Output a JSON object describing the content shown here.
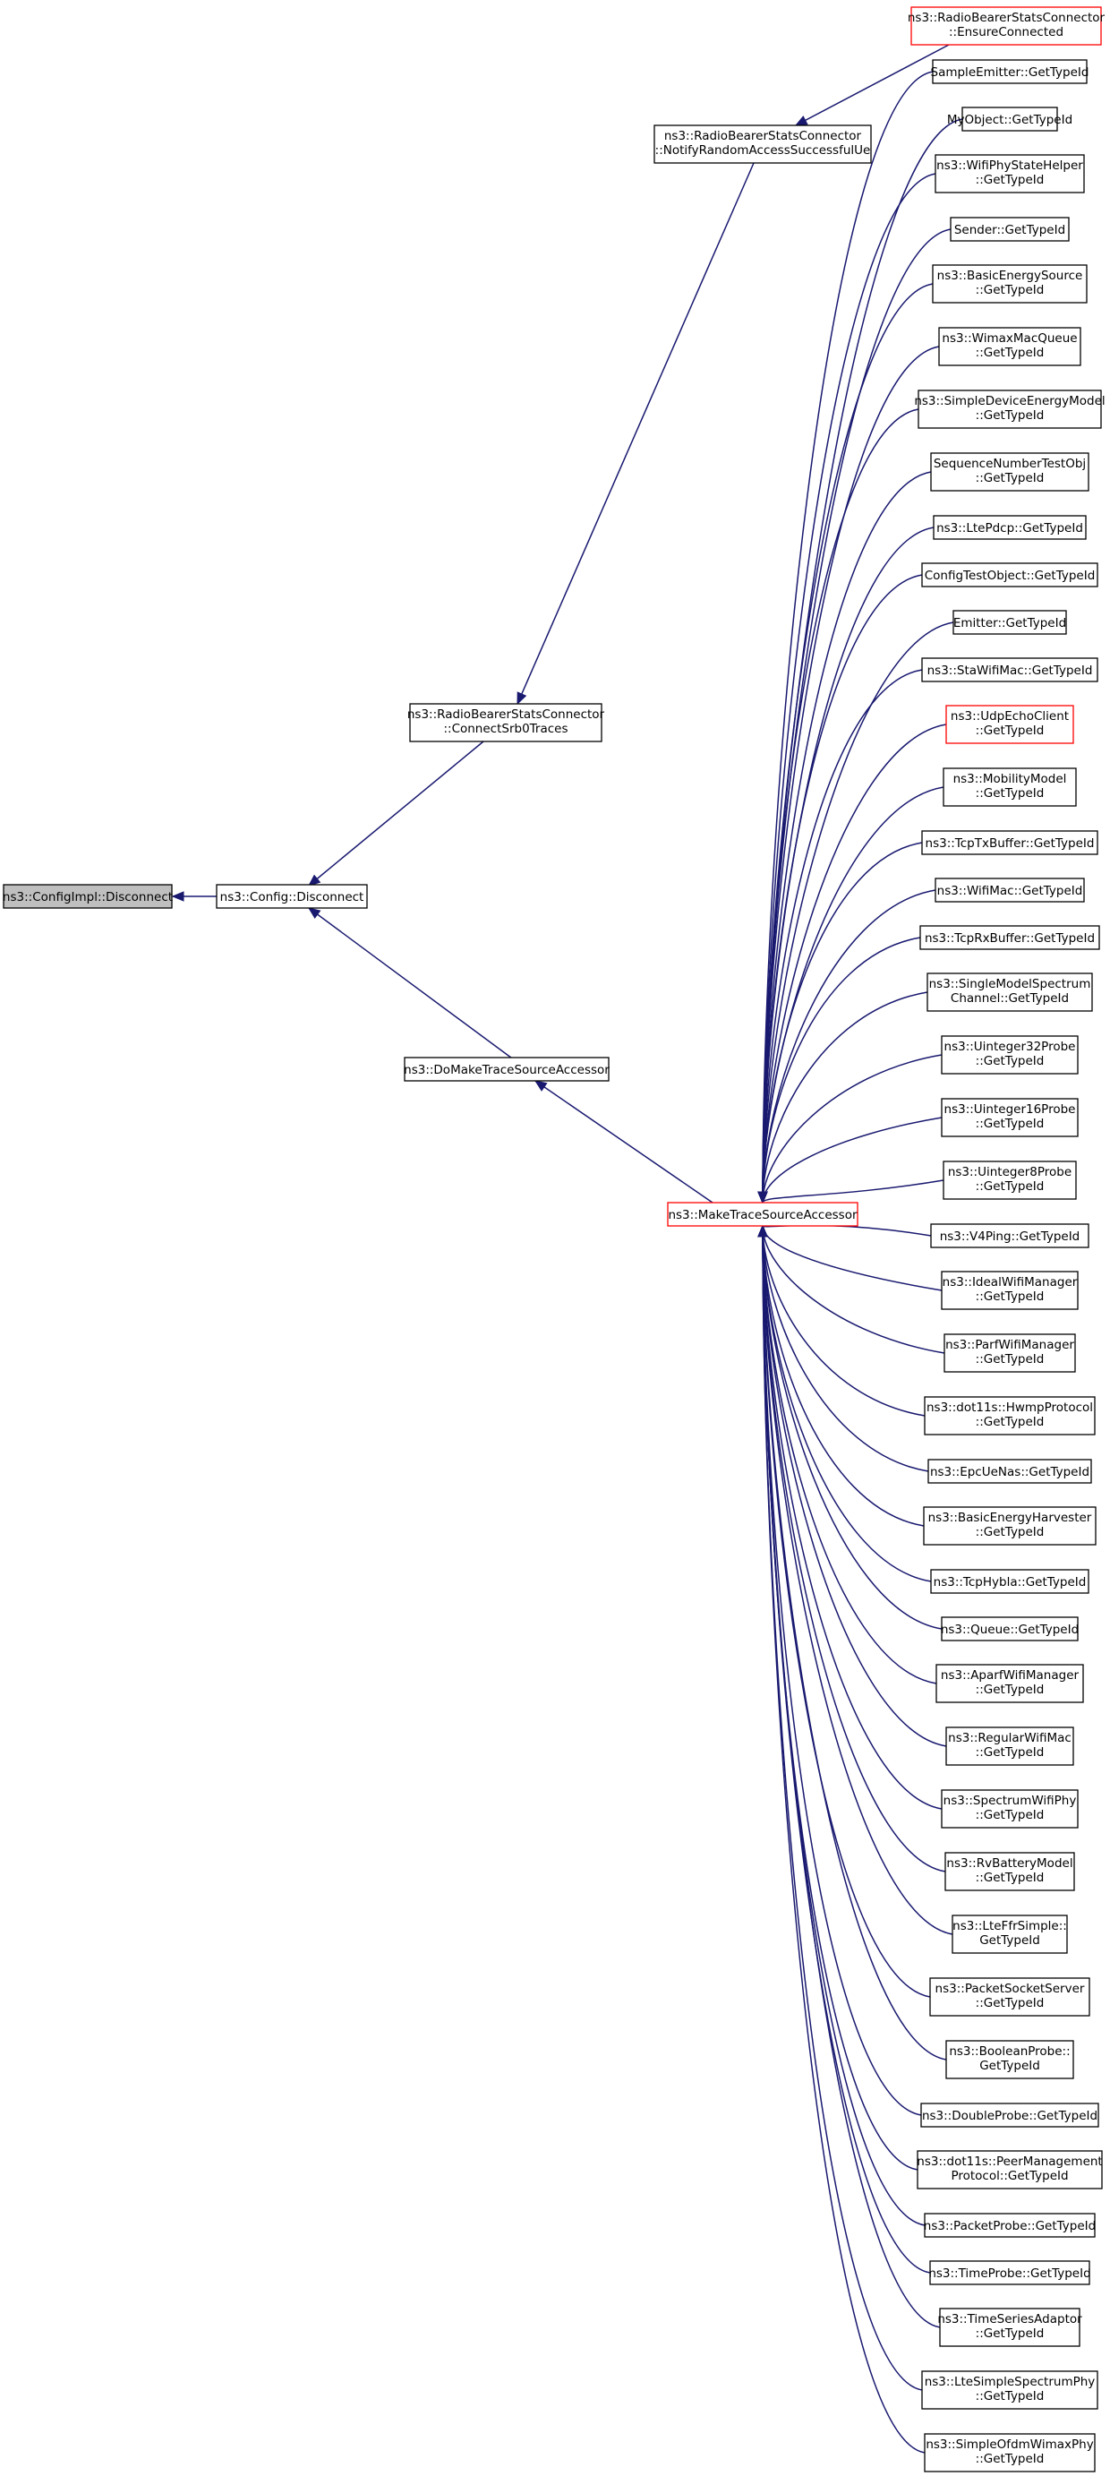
{
  "diagram": {
    "root": {
      "line1": "ns3::ConfigImpl::Disconnect",
      "line2": ""
    },
    "config_disconnect": {
      "line1": "ns3::Config::Disconnect",
      "line2": ""
    },
    "connect_srb0": {
      "line1": "ns3::RadioBearerStatsConnector",
      "line2": "::ConnectSrb0Traces"
    },
    "notify_random": {
      "line1": "ns3::RadioBearerStatsConnector",
      "line2": "::NotifyRandomAccessSuccessfulUe"
    },
    "ensure_connected": {
      "line1": "ns3::RadioBearerStatsConnector",
      "line2": "::EnsureConnected"
    },
    "do_make": {
      "line1": "ns3::DoMakeTraceSourceAccessor",
      "line2": ""
    },
    "make_tsa": {
      "line1": "ns3::MakeTraceSourceAccessor",
      "line2": ""
    },
    "get_type_id_callers": [
      {
        "line1": "SampleEmitter::GetTypeId",
        "line2": ""
      },
      {
        "line1": "MyObject::GetTypeId",
        "line2": ""
      },
      {
        "line1": "ns3::WifiPhyStateHelper",
        "line2": "::GetTypeId"
      },
      {
        "line1": "Sender::GetTypeId",
        "line2": ""
      },
      {
        "line1": "ns3::BasicEnergySource",
        "line2": "::GetTypeId"
      },
      {
        "line1": "ns3::WimaxMacQueue",
        "line2": "::GetTypeId"
      },
      {
        "line1": "ns3::SimpleDeviceEnergyModel",
        "line2": "::GetTypeId"
      },
      {
        "line1": "SequenceNumberTestObj",
        "line2": "::GetTypeId"
      },
      {
        "line1": "ns3::LtePdcp::GetTypeId",
        "line2": ""
      },
      {
        "line1": "ConfigTestObject::GetTypeId",
        "line2": ""
      },
      {
        "line1": "Emitter::GetTypeId",
        "line2": ""
      },
      {
        "line1": "ns3::StaWifiMac::GetTypeId",
        "line2": ""
      },
      {
        "line1": "ns3::UdpEchoClient",
        "line2": "::GetTypeId"
      },
      {
        "line1": "ns3::MobilityModel",
        "line2": "::GetTypeId"
      },
      {
        "line1": "ns3::TcpTxBuffer::GetTypeId",
        "line2": ""
      },
      {
        "line1": "ns3::WifiMac::GetTypeId",
        "line2": ""
      },
      {
        "line1": "ns3::TcpRxBuffer::GetTypeId",
        "line2": ""
      },
      {
        "line1": "ns3::SingleModelSpectrum",
        "line2": "Channel::GetTypeId"
      },
      {
        "line1": "ns3::Uinteger32Probe",
        "line2": "::GetTypeId"
      },
      {
        "line1": "ns3::Uinteger16Probe",
        "line2": "::GetTypeId"
      },
      {
        "line1": "ns3::Uinteger8Probe",
        "line2": "::GetTypeId"
      },
      {
        "line1": "ns3::V4Ping::GetTypeId",
        "line2": ""
      },
      {
        "line1": "ns3::IdealWifiManager",
        "line2": "::GetTypeId"
      },
      {
        "line1": "ns3::ParfWifiManager",
        "line2": "::GetTypeId"
      },
      {
        "line1": "ns3::dot11s::HwmpProtocol",
        "line2": "::GetTypeId"
      },
      {
        "line1": "ns3::EpcUeNas::GetTypeId",
        "line2": ""
      },
      {
        "line1": "ns3::BasicEnergyHarvester",
        "line2": "::GetTypeId"
      },
      {
        "line1": "ns3::TcpHybla::GetTypeId",
        "line2": ""
      },
      {
        "line1": "ns3::Queue::GetTypeId",
        "line2": ""
      },
      {
        "line1": "ns3::AparfWifiManager",
        "line2": "::GetTypeId"
      },
      {
        "line1": "ns3::RegularWifiMac",
        "line2": "::GetTypeId"
      },
      {
        "line1": "ns3::SpectrumWifiPhy",
        "line2": "::GetTypeId"
      },
      {
        "line1": "ns3::RvBatteryModel",
        "line2": "::GetTypeId"
      },
      {
        "line1": "ns3::LteFfrSimple::",
        "line2": "GetTypeId"
      },
      {
        "line1": "ns3::PacketSocketServer",
        "line2": "::GetTypeId"
      },
      {
        "line1": "ns3::BooleanProbe::",
        "line2": "GetTypeId"
      },
      {
        "line1": "ns3::DoubleProbe::GetTypeId",
        "line2": ""
      },
      {
        "line1": "ns3::dot11s::PeerManagement",
        "line2": "Protocol::GetTypeId"
      },
      {
        "line1": "ns3::PacketProbe::GetTypeId",
        "line2": ""
      },
      {
        "line1": "ns3::TimeProbe::GetTypeId",
        "line2": ""
      },
      {
        "line1": "ns3::TimeSeriesAdaptor",
        "line2": "::GetTypeId"
      },
      {
        "line1": "ns3::LteSimpleSpectrumPhy",
        "line2": "::GetTypeId"
      },
      {
        "line1": "ns3::SimpleOfdmWimaxPhy",
        "line2": "::GetTypeId"
      }
    ],
    "colors": {
      "edge": "#191970",
      "highlight_border": "#ff0000",
      "root_fill": "#bfbfbf",
      "border": "#000000"
    }
  }
}
